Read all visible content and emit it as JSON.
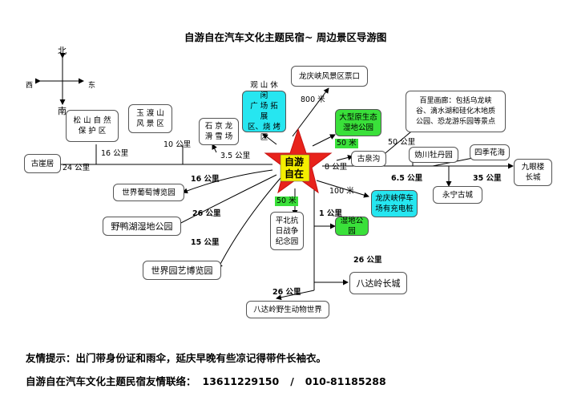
{
  "title": "自游自在汽车文化主题民宿~ 周边景区导游图",
  "compass": {
    "north": "北",
    "south": "南",
    "west": "西",
    "east": "东"
  },
  "center": {
    "line1": "自游",
    "line2": "自在"
  },
  "spots": {
    "songshan": "松 山 自 然\n保 护 区",
    "yudu": "玉 渡 山\n风 景 区",
    "shijinglong": "石 京 龙\n滑 雪 场",
    "guanshan": "观 山 休 闲\n广 场 拓 展\n区、烧 烤 区",
    "longqingxia_gate": "龙庆峡风景区票口",
    "wetland_big": "大型原生态\n湿地公园",
    "baili": "百里画廊：包括乌龙峡\n谷、滴水湖和硅化木地质\n公园、恐龙游乐园等景点",
    "guchengju": "古崖居",
    "grape": "世界葡萄博览园",
    "yeya": "野鸭湖湿地公园",
    "garden": "世界园艺博览园",
    "pingbei": "平北抗\n日战争\n纪念园",
    "wetland_small": "湿地公园",
    "longqingxia_parking": "龙庆峡停车\n场有充电桩",
    "xuanchuan": "妫川牡丹园",
    "sijihuahai": "四季花海",
    "jiuyanlou": "九眼楼\n长城",
    "guquan": "古泉沟",
    "yongning": "永宁古城",
    "badaling": "八达岭长城",
    "wildlife": "八达岭野生动物世界"
  },
  "distances": {
    "d800": "800 米",
    "d50a": "50 米",
    "d50b": "50 公里",
    "d8": "8 公里",
    "d100": "100 米",
    "d65": "6.5 公里",
    "d35": "35 公里",
    "d16a": "16 公里",
    "d24": "24 公里",
    "d10": "10 公里",
    "d35b": "3.5 公里",
    "d16b": "16 公里",
    "d26a": "26 公里",
    "d15": "15 公里",
    "d50c": "50 米",
    "d1": "1 公里",
    "d26b": "26 公里",
    "d26c": "26 公里"
  },
  "footer": {
    "tip": "友情提示：出门带身份证和雨伞，延庆早晚有些凉记得带件长袖衣。",
    "contact_label": "自游自在汽车文化主题民宿友情联络：",
    "phone1": "13611229150",
    "sep": "/",
    "phone2": "010-81185288"
  },
  "colors": {
    "cyan": "#26e6f0",
    "green": "#3ae03a",
    "star": "#e8231b",
    "center_box": "#f4ee00"
  }
}
